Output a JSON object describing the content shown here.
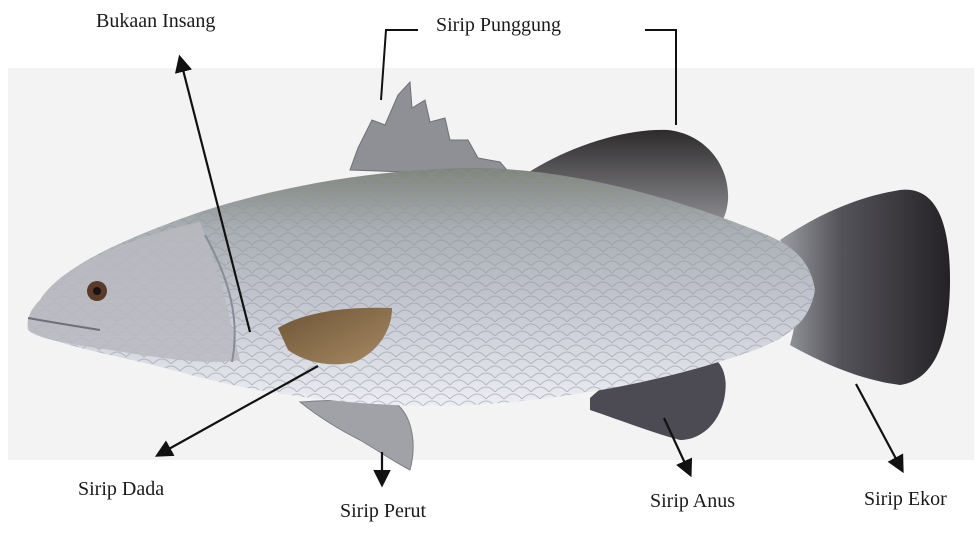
{
  "diagram": {
    "labels": {
      "gill_opening": "Bukaan Insang",
      "dorsal_fin": "Sirip Punggung",
      "pectoral_fin": "Sirip Dada",
      "pelvic_fin": "Sirip Perut",
      "anal_fin": "Sirip Anus",
      "tail_fin": "Sirip Ekor"
    }
  },
  "colors": {
    "background_panel": "#f3f3f3",
    "body_silver": "#b9bcc6",
    "belly": "#e8e9ee",
    "back": "#8a8e86",
    "fin_dark": "#3d3a3a",
    "pectoral_fin": "#8a6a48",
    "leader_line": "#111111"
  },
  "icons": [
    "barramundi-fish-illustration",
    "arrow-head"
  ]
}
